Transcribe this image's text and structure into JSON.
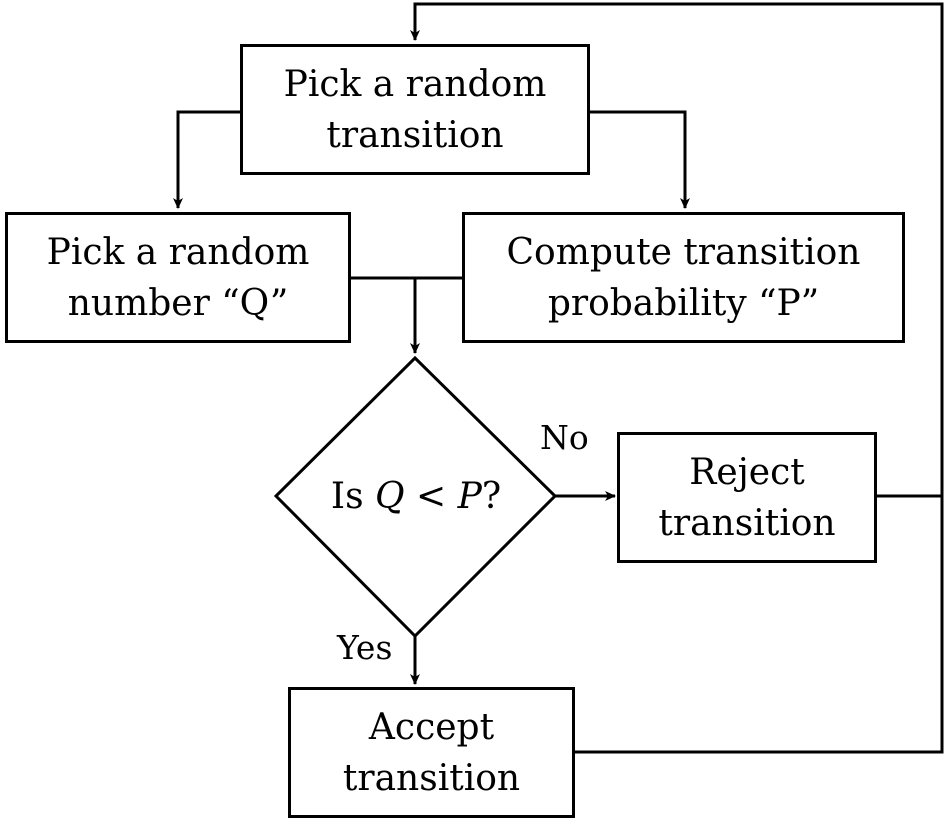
{
  "nodes": {
    "pick_transition": [
      "Pick a random",
      "transition"
    ],
    "pick_number": [
      "Pick a random",
      "number “Q”"
    ],
    "compute_probability": [
      "Compute transition",
      "probability “P”"
    ],
    "decision": {
      "prefix": "Is ",
      "lhs": "Q",
      "op": " < ",
      "rhs": "P",
      "suffix": "?"
    },
    "reject": [
      "Reject",
      "transition"
    ],
    "accept": [
      "Accept",
      "transition"
    ]
  },
  "edge_labels": {
    "no": "No",
    "yes": "Yes"
  }
}
